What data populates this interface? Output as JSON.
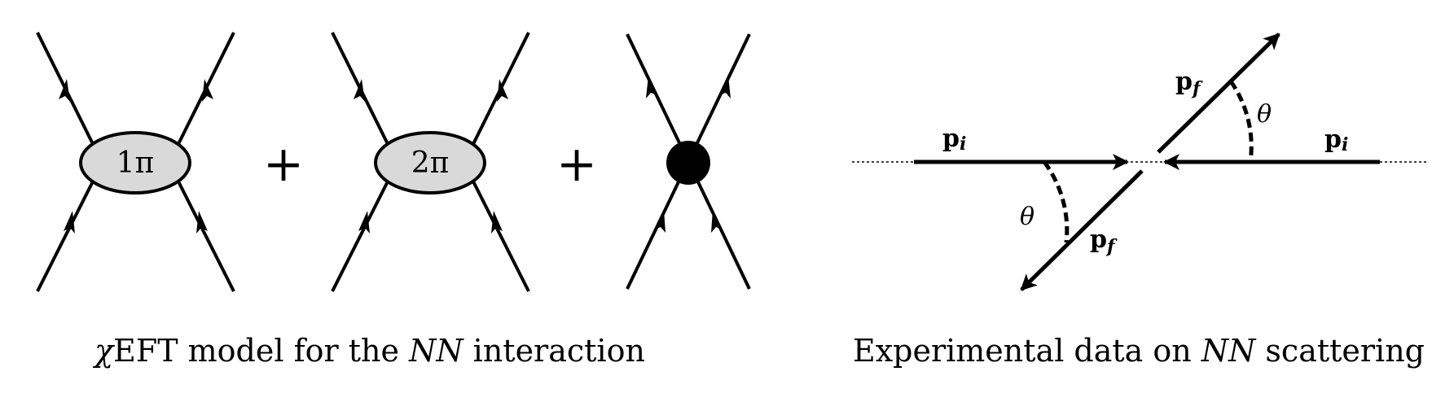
{
  "left_panel": {
    "diagrams": [
      {
        "kind": "blob",
        "label": "1π"
      },
      {
        "kind": "blob",
        "label": "2π"
      },
      {
        "kind": "contact",
        "label": ""
      }
    ],
    "operators": [
      "+",
      "+"
    ],
    "caption": {
      "chi": "χ",
      "part1": "EFT model for the ",
      "nn": "NN",
      "part2": " interaction"
    },
    "colors": {
      "blob_fill": "#d9d9d9",
      "stroke": "#000000"
    }
  },
  "right_panel": {
    "incoming_momentum": {
      "symbol": "p",
      "subscript": "i"
    },
    "outgoing_momentum": {
      "symbol": "p",
      "subscript": "f"
    },
    "angle": "θ",
    "caption": {
      "part1": "Experimental data on ",
      "nn": "NN",
      "part2": " scattering"
    }
  }
}
